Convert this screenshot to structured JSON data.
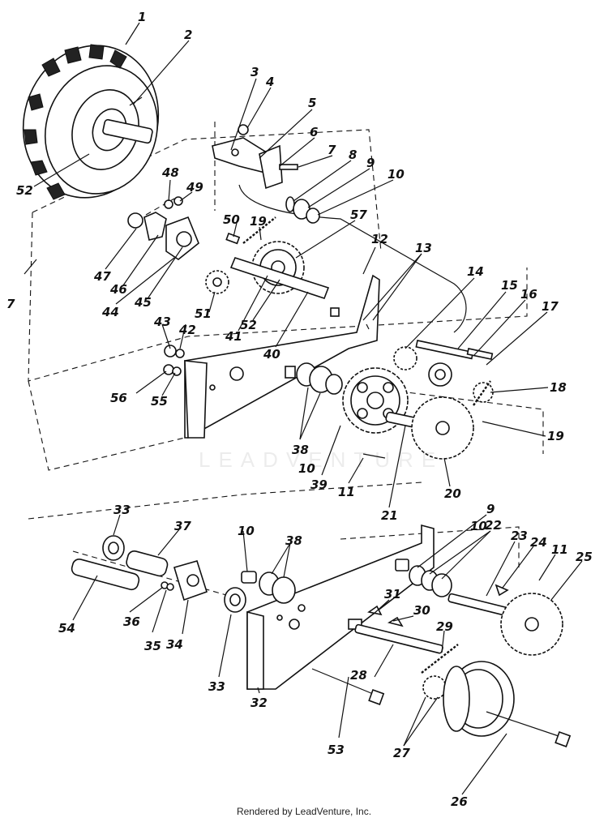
{
  "footer": "Rendered by LeadVenture, Inc.",
  "watermark": "LEADVENTURE",
  "callouts": [
    {
      "id": "c1",
      "text": "1"
    },
    {
      "id": "c2",
      "text": "2"
    },
    {
      "id": "c3",
      "text": "3"
    },
    {
      "id": "c4",
      "text": "4"
    },
    {
      "id": "c5",
      "text": "5"
    },
    {
      "id": "c6",
      "text": "6"
    },
    {
      "id": "c7a",
      "text": "7"
    },
    {
      "id": "c7b",
      "text": "7"
    },
    {
      "id": "c8",
      "text": "8"
    },
    {
      "id": "c9a",
      "text": "9"
    },
    {
      "id": "c9b",
      "text": "9"
    },
    {
      "id": "c10a",
      "text": "10"
    },
    {
      "id": "c10b",
      "text": "10"
    },
    {
      "id": "c10c",
      "text": "10"
    },
    {
      "id": "c11a",
      "text": "11"
    },
    {
      "id": "c11b",
      "text": "11"
    },
    {
      "id": "c12",
      "text": "12"
    },
    {
      "id": "c13",
      "text": "13"
    },
    {
      "id": "c14",
      "text": "14"
    },
    {
      "id": "c15",
      "text": "15"
    },
    {
      "id": "c16",
      "text": "16"
    },
    {
      "id": "c17",
      "text": "17"
    },
    {
      "id": "c18",
      "text": "18"
    },
    {
      "id": "c19a",
      "text": "19"
    },
    {
      "id": "c19b",
      "text": "19"
    },
    {
      "id": "c20",
      "text": "20"
    },
    {
      "id": "c21",
      "text": "21"
    },
    {
      "id": "c22",
      "text": "22"
    },
    {
      "id": "c23",
      "text": "23"
    },
    {
      "id": "c24",
      "text": "24"
    },
    {
      "id": "c25",
      "text": "25"
    },
    {
      "id": "c26",
      "text": "26"
    },
    {
      "id": "c27",
      "text": "27"
    },
    {
      "id": "c28",
      "text": "28"
    },
    {
      "id": "c29",
      "text": "29"
    },
    {
      "id": "c30",
      "text": "30"
    },
    {
      "id": "c31",
      "text": "31"
    },
    {
      "id": "c32",
      "text": "32"
    },
    {
      "id": "c33a",
      "text": "33"
    },
    {
      "id": "c33b",
      "text": "33"
    },
    {
      "id": "c34",
      "text": "34"
    },
    {
      "id": "c35",
      "text": "35"
    },
    {
      "id": "c36",
      "text": "36"
    },
    {
      "id": "c37",
      "text": "37"
    },
    {
      "id": "c38a",
      "text": "38"
    },
    {
      "id": "c38b",
      "text": "38"
    },
    {
      "id": "c39",
      "text": "39"
    },
    {
      "id": "c40",
      "text": "40"
    },
    {
      "id": "c41",
      "text": "41"
    },
    {
      "id": "c42",
      "text": "42"
    },
    {
      "id": "c43",
      "text": "43"
    },
    {
      "id": "c44",
      "text": "44"
    },
    {
      "id": "c45",
      "text": "45"
    },
    {
      "id": "c46",
      "text": "46"
    },
    {
      "id": "c47",
      "text": "47"
    },
    {
      "id": "c48",
      "text": "48"
    },
    {
      "id": "c49",
      "text": "49"
    },
    {
      "id": "c50",
      "text": "50"
    },
    {
      "id": "c51",
      "text": "51"
    },
    {
      "id": "c52a",
      "text": "52"
    },
    {
      "id": "c52b",
      "text": "52"
    },
    {
      "id": "c53",
      "text": "53"
    },
    {
      "id": "c54",
      "text": "54"
    },
    {
      "id": "c55",
      "text": "55"
    },
    {
      "id": "c56",
      "text": "56"
    },
    {
      "id": "c57",
      "text": "57"
    }
  ]
}
